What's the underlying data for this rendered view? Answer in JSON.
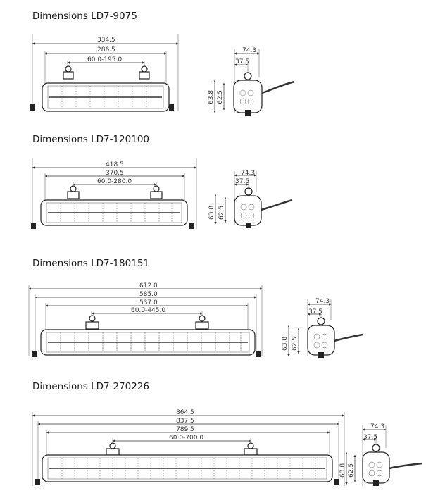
{
  "sections": [
    {
      "title": "Dimensions LD7-9075",
      "front": {
        "overall": "334.5",
        "inner": "286.5",
        "mount": "60.0-195.0"
      },
      "side": {
        "depth": "74.3",
        "offset": "37.5",
        "height_total": "63.8",
        "height_body": "62.5"
      }
    },
    {
      "title": "Dimensions LD7-120100",
      "front": {
        "overall": "418.5",
        "inner": "370.5",
        "mount": "60.0-280.0"
      },
      "side": {
        "depth": "74.3",
        "offset": "37.5",
        "height_total": "63.8",
        "height_body": "62.5"
      }
    },
    {
      "title": "Dimensions LD7-180151",
      "front": {
        "outer": "612.0",
        "overall": "585.0",
        "inner": "537.0",
        "mount": "60.0-445.0"
      },
      "side": {
        "depth": "74.3",
        "offset": "37.5",
        "height_total": "63.8",
        "height_body": "62.5"
      }
    },
    {
      "title": "Dimensions LD7-270226",
      "front": {
        "outer": "864.5",
        "overall": "837.5",
        "inner": "789.5",
        "mount": "60.0-700.0"
      },
      "side": {
        "depth": "74.3",
        "offset": "37.5",
        "height_total": "63.8",
        "height_body": "62.5"
      }
    }
  ]
}
